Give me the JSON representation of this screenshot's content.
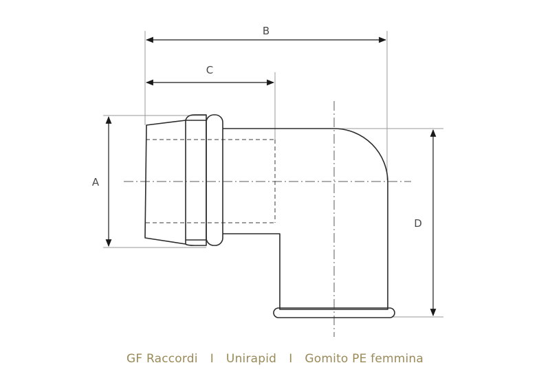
{
  "dimensions": {
    "a": "A",
    "b": "B",
    "c": "C",
    "d": "D"
  },
  "caption": {
    "brand": "GF Raccordi",
    "separator": "I",
    "series": "Unirapid",
    "product": "Gomito PE femmina"
  },
  "colors": {
    "outline": "#2b2b2b",
    "extension_lines": "#9a9a9a",
    "caption": "#9a8a58"
  }
}
